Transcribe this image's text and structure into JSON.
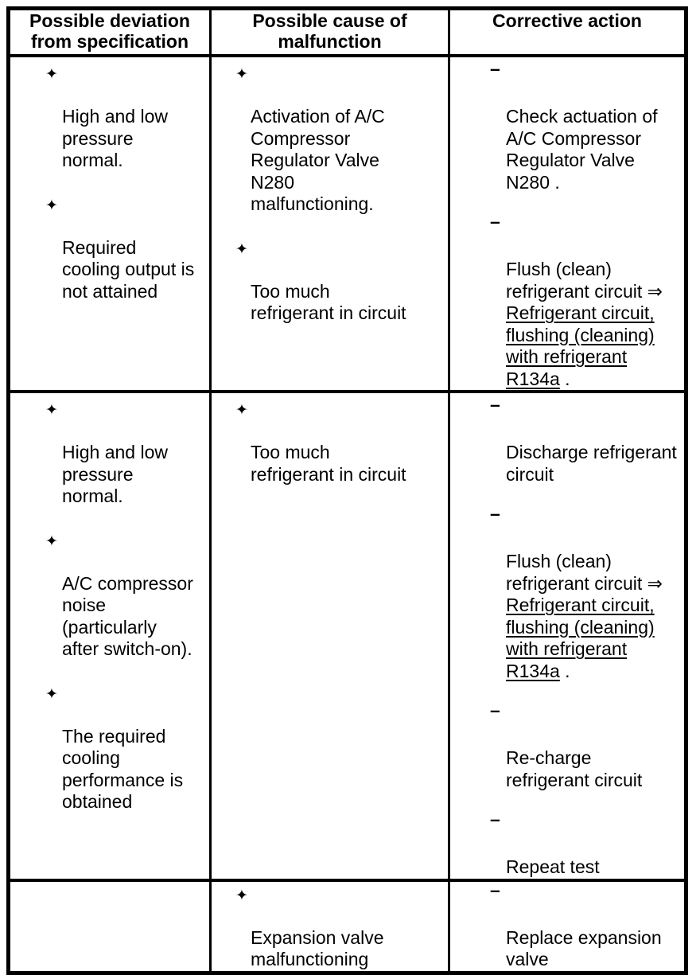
{
  "glyphs": {
    "star_bullet": "✦",
    "dash_bullet": "–",
    "arrow": "⇒"
  },
  "colors": {
    "border": "#000000",
    "text": "#000000",
    "background": "#ffffff"
  },
  "header": {
    "deviation": "Possible deviation\nfrom specification",
    "cause": "Possible cause of\nmalfunction",
    "action": "Corrective action"
  },
  "rows": [
    {
      "deviation": [
        "High and low\npressure\nnormal.",
        "Required\ncooling output is\nnot attained"
      ],
      "cause": [
        "Activation of A/C\nCompressor\nRegulator Valve\nN280\nmalfunctioning.",
        "Too much\nrefrigerant in circuit"
      ],
      "action": [
        {
          "text": "Check actuation of\nA/C Compressor\nRegulator Valve\nN280 ."
        },
        {
          "text_before": "Flush (clean)\nrefrigerant circuit ⇒\n",
          "link": "Refrigerant circuit,\nflushing (cleaning)\nwith refrigerant\nR134a",
          "text_after": " ."
        }
      ]
    },
    {
      "deviation": [
        "High and low\npressure\nnormal.",
        "A/C compressor\nnoise\n(particularly\nafter switch-on).",
        "The required\ncooling\nperformance is\nobtained"
      ],
      "cause": [
        "Too much\nrefrigerant in circuit"
      ],
      "action": [
        {
          "text": "Discharge refrigerant\ncircuit"
        },
        {
          "text_before": "Flush (clean)\nrefrigerant circuit ⇒\n",
          "link": "Refrigerant circuit,\nflushing (cleaning)\nwith refrigerant\nR134a",
          "text_after": " ."
        },
        {
          "text": "Re-charge\nrefrigerant circuit"
        },
        {
          "text": "Repeat test"
        }
      ]
    },
    {
      "deviation": [],
      "cause": [
        "Expansion valve\nmalfunctioning"
      ],
      "action": [
        {
          "text": "Replace expansion\nvalve"
        }
      ]
    }
  ]
}
